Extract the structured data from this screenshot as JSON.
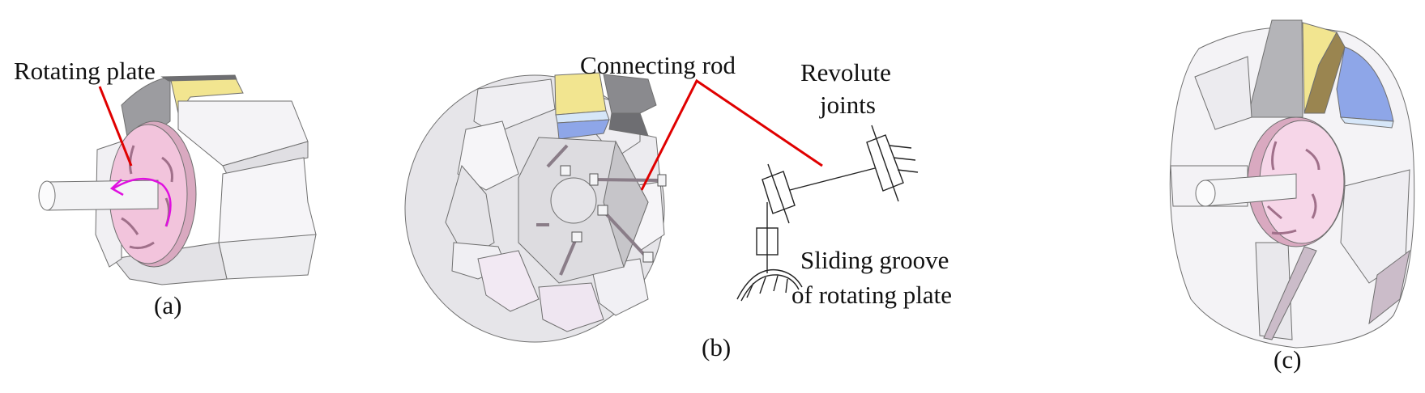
{
  "figure": {
    "panels": [
      {
        "id": "a",
        "caption": "(a)",
        "labels": [
          {
            "text": "Rotating plate",
            "leader_color": "#e00000"
          }
        ],
        "rotation_arrow_color": "#e010e0"
      },
      {
        "id": "b",
        "caption": "(b)",
        "labels": [
          {
            "text": "Connecting rod",
            "leader_color": "#e00000"
          },
          {
            "text_line1": "Revolute",
            "text_line2": "joints"
          },
          {
            "text_line1": "Sliding groove",
            "text_line2": "of rotating plate"
          }
        ]
      },
      {
        "id": "c",
        "caption": "(c)"
      }
    ],
    "colors": {
      "plate_pink": "#f2c4dc",
      "plate_pink_dark": "#c99bb2",
      "block_light": "#ecebef",
      "block_shadow": "#b8b8bc",
      "block_dark": "#8a8a8e",
      "yellow": "#f2e590",
      "yellow_dark": "#d8c24a",
      "blue": "#8ea6e8",
      "blue_light": "#d6e6f8",
      "leader_red": "#e00000",
      "arrow_magenta": "#e010e0"
    }
  }
}
